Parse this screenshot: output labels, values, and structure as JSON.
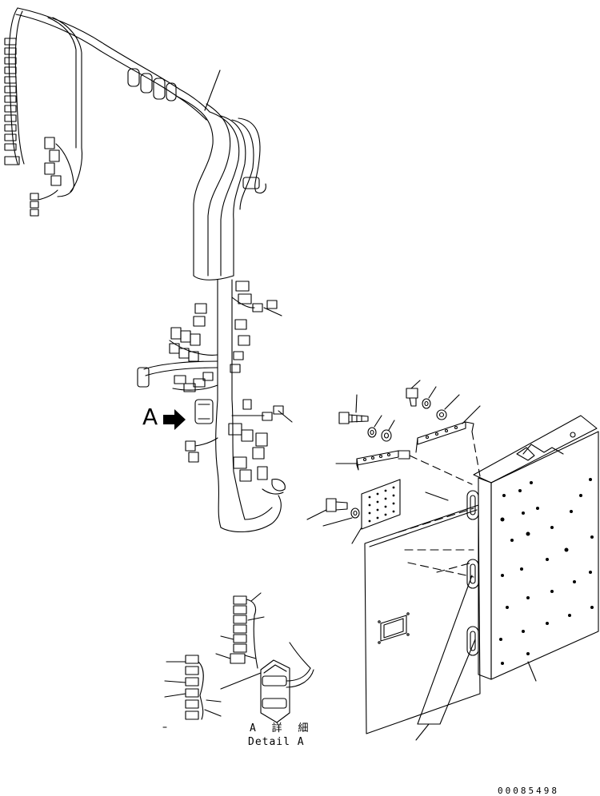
{
  "detail_view": {
    "letter": "A",
    "caption_jp": "A 詳 細",
    "caption_en": "Detail A"
  },
  "drawing_number": "00085498",
  "colors": {
    "line": "#000000",
    "background": "#ffffff"
  },
  "icons": [
    "view-arrow-icon"
  ]
}
